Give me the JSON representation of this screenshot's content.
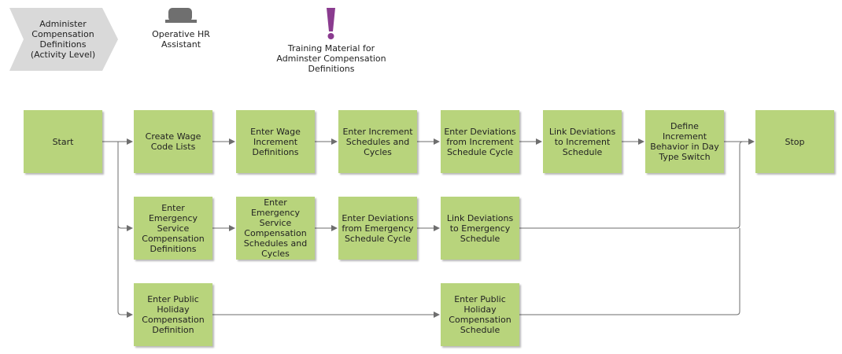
{
  "header": {
    "chevron_label": "Administer\nCompensation\nDefinitions\n(Activity Level)",
    "role_label": "Operative HR\nAssistant",
    "material_label": "Training Material for\nAdminster Compensation\nDefinitions"
  },
  "colors": {
    "box_fill": "#b8d47c",
    "chevron_fill": "#d9d9d9",
    "role_icon": "#6f6f6f",
    "exclamation": "#8a3b8f",
    "connector": "#6e6e6e"
  },
  "icons": {
    "role": "person-role-icon",
    "material": "exclamation-icon"
  },
  "boxes": {
    "start": "Start",
    "stop": "Stop",
    "r1": [
      "Create Wage\nCode Lists",
      "Enter Wage\nIncrement\nDefinitions",
      "Enter Increment\nSchedules and\nCycles",
      "Enter Deviations\nfrom Increment\nSchedule Cycle",
      "Link Deviations\nto Increment\nSchedule",
      "Define\nIncrement\nBehavior in Day\nType Switch"
    ],
    "r2": [
      "Enter\nEmergency\nService\nCompensation\nDefinitions",
      "Enter\nEmergency\nService\nCompensation\nSchedules and\nCycles",
      "Enter Deviations\nfrom Emergency\nSchedule Cycle",
      "Link Deviations\nto Emergency\nSchedule"
    ],
    "r3": [
      "Enter Public\nHoliday\nCompensation\nDefinition",
      "Enter Public\nHoliday\nCompensation\nSchedule"
    ]
  }
}
